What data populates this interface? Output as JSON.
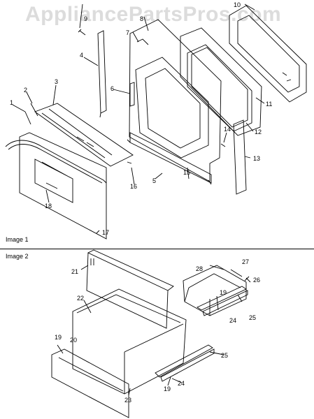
{
  "watermark": "AppliancePartsPros.com",
  "panels": [
    {
      "label": "Image 1"
    },
    {
      "label": "Image 2"
    }
  ],
  "callouts": [
    "1",
    "2",
    "3",
    "4",
    "5",
    "6",
    "7",
    "8",
    "9",
    "10",
    "11",
    "12",
    "13",
    "14",
    "15",
    "16",
    "17",
    "18",
    "19",
    "19",
    "19",
    "20",
    "21",
    "22",
    "23",
    "24",
    "24",
    "25",
    "25",
    "26",
    "27",
    "28"
  ]
}
